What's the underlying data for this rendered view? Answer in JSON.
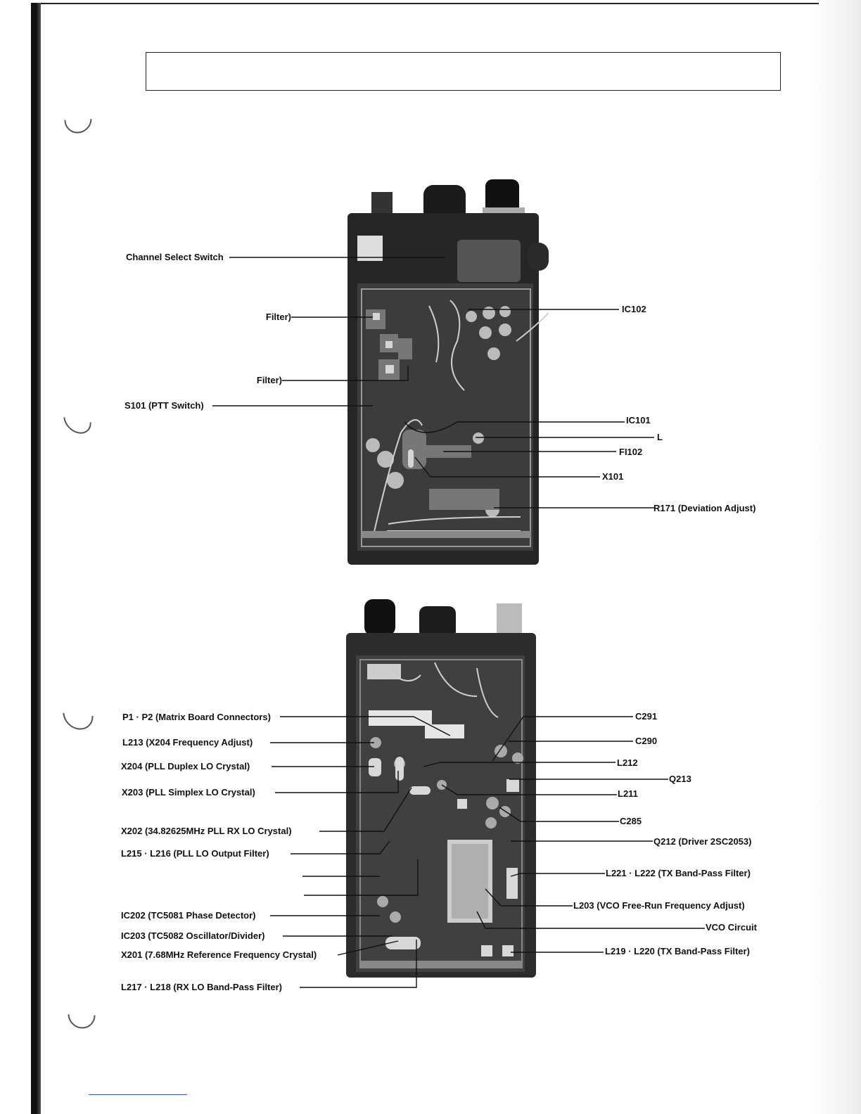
{
  "page": {
    "title_box_text": "",
    "page_number": ""
  },
  "top_photo": {
    "left_labels": [
      "Channel Select Switch",
      "Filter)",
      "Filter)",
      "S101 (PTT Switch)"
    ],
    "right_labels": [
      "IC102",
      "IC101",
      "L",
      "FI102",
      "X101",
      "R171 (Deviation Adjust)"
    ]
  },
  "bottom_photo": {
    "left_labels": [
      "P1 · P2 (Matrix Board Connectors)",
      "L213 (X204 Frequency Adjust)",
      "X204 (PLL Duplex LO Crystal)",
      "X203 (PLL Simplex LO Crystal)",
      "X202 (34.82625MHz PLL RX LO Crystal)",
      "L215 · L216 (PLL LO Output Filter)",
      "IC202 (TC5081 Phase Detector)",
      "IC203 (TC5082 Oscillator/Divider)",
      "X201 (7.68MHz Reference Frequency Crystal)",
      "L217 · L218 (RX LO Band-Pass Filter)"
    ],
    "right_labels": [
      "C291",
      "C290",
      "L212",
      "Q213",
      "L211",
      "C285",
      "Q212 (Driver 2SC2053)",
      "L221 · L222 (TX Band-Pass Filter)",
      "L203 (VCO Free-Run Frequency Adjust)",
      "VCO Circuit",
      "L219 · L220 (TX Band-Pass Filter)"
    ]
  }
}
